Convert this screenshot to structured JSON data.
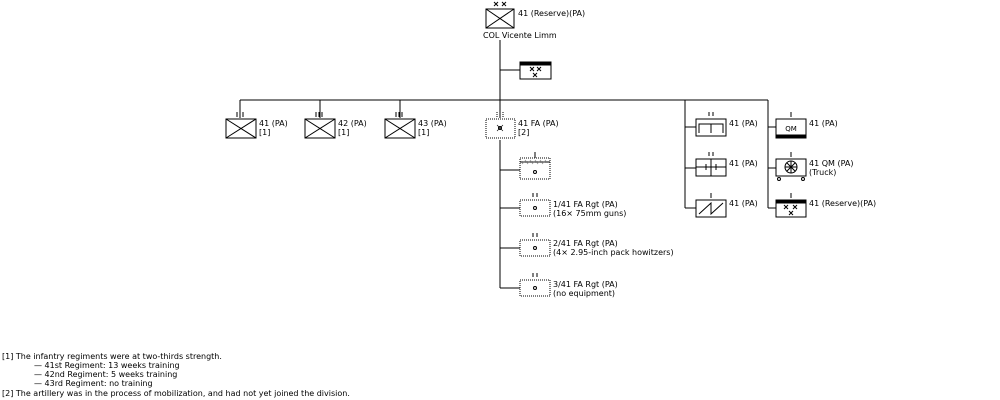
{
  "hq": {
    "label": "41 (Reserve)(PA)",
    "commander": "COL Vicente Limm"
  },
  "infantry": [
    {
      "label": "41 (PA)",
      "note": "[1]"
    },
    {
      "label": "42 (PA)",
      "note": "[1]"
    },
    {
      "label": "43 (PA)",
      "note": "[1]"
    }
  ],
  "artillery": {
    "label": "41 FA (PA)",
    "note": "[2]",
    "battalions": [
      {
        "line1": "1/41 FA Rgt (PA)",
        "line2": "(16× 75mm guns)"
      },
      {
        "line1": "2/41 FA Rgt (PA)",
        "line2": "(4× 2.95-inch pack howitzers)"
      },
      {
        "line1": "3/41 FA Rgt (PA)",
        "line2": "(no equipment)"
      }
    ]
  },
  "support_left": [
    {
      "label": "41 (PA)"
    },
    {
      "label": "41 (PA)"
    },
    {
      "label": "41 (PA)"
    }
  ],
  "support_right": [
    {
      "label": "41 (PA)",
      "symbol_text": "QM"
    },
    {
      "label": "41 QM (PA)",
      "label2": "(Truck)"
    },
    {
      "label": "41 (Reserve)(PA)"
    }
  ],
  "footnotes": {
    "n1": "[1] The infantry regiments were at two-thirds strength.",
    "r41": "— 41st Regiment:  13 weeks training",
    "r42": "— 42nd Regiment:    5 weeks training",
    "r43": "— 43rd Regiment:          no training",
    "n2": "[2] The artillery was in the process of mobilization, and had not yet joined the division."
  },
  "colors": {
    "line": "#000000",
    "background": "#ffffff",
    "hatch": "#888888"
  }
}
